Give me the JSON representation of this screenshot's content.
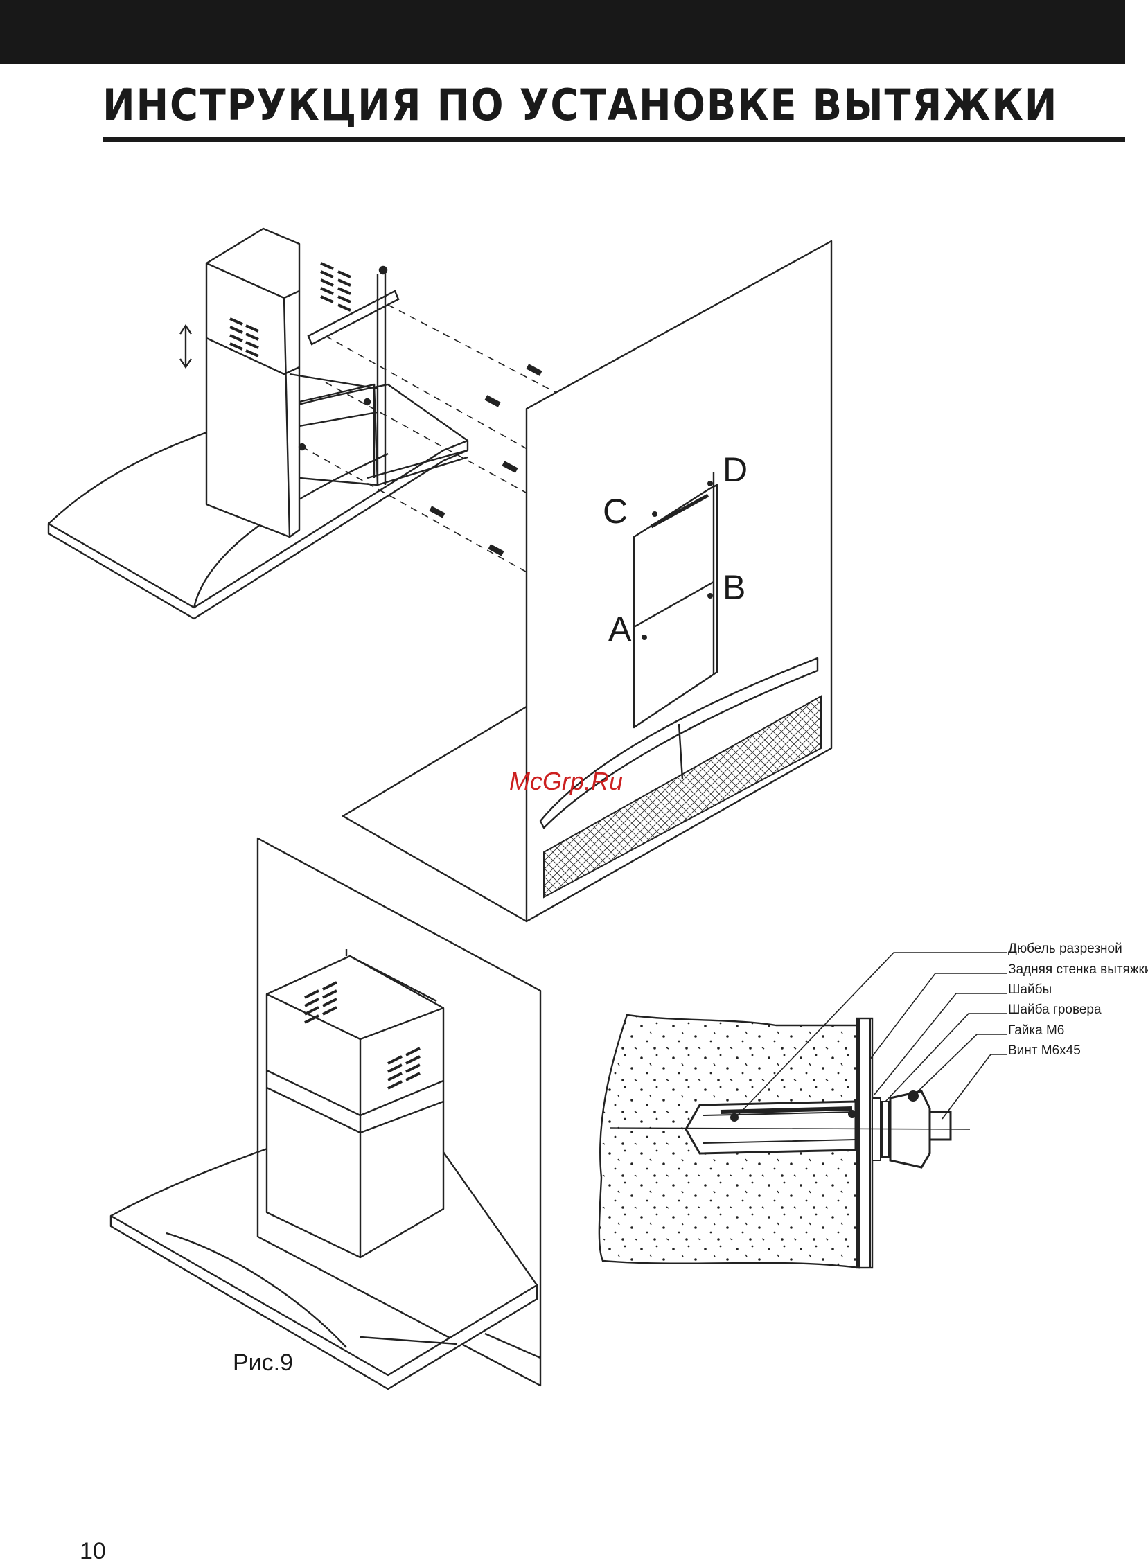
{
  "page": {
    "title": "ИНСТРУКЦИЯ  ПО УСТАНОВКЕ  ВЫТЯЖКИ",
    "page_number": "10",
    "watermark": "McGrp.Ru"
  },
  "figure": {
    "point_labels": [
      "A",
      "B",
      "C",
      "D"
    ],
    "caption": "Рис.9"
  },
  "detail_callouts": [
    "Дюбель разрезной",
    "Задняя стенка вытяжки",
    "Шайбы",
    "Шайба гровера",
    "Гайка М6",
    "Винт М6х45"
  ]
}
